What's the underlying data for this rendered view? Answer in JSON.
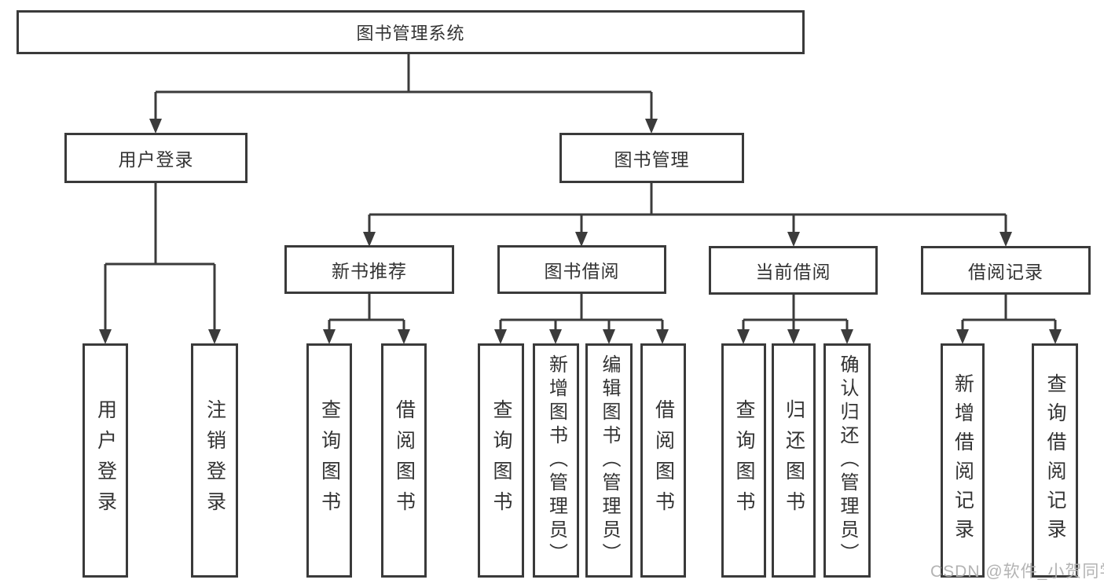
{
  "diagram": {
    "root": {
      "label": "图书管理系统"
    },
    "level2": [
      {
        "id": "user-login",
        "label": "用户登录"
      },
      {
        "id": "book-management",
        "label": "图书管理"
      }
    ],
    "level3": [
      {
        "id": "new-book-recommend",
        "label": "新书推荐"
      },
      {
        "id": "book-borrowing",
        "label": "图书借阅"
      },
      {
        "id": "current-borrowing",
        "label": "当前借阅"
      },
      {
        "id": "borrowing-records",
        "label": "借阅记录"
      }
    ],
    "leaves": [
      {
        "id": "user-login-leaf",
        "label": "用户登录"
      },
      {
        "id": "logout",
        "label": "注销登录"
      },
      {
        "id": "recommend-query-books",
        "label": "查询图书"
      },
      {
        "id": "recommend-borrow-books",
        "label": "借阅图书"
      },
      {
        "id": "borrowing-query-books",
        "label": "查询图书"
      },
      {
        "id": "borrowing-add-books-admin",
        "label": "新增图书（管理员）"
      },
      {
        "id": "borrowing-edit-books-admin",
        "label": "编辑图书（管理员）"
      },
      {
        "id": "borrowing-borrow-books",
        "label": "借阅图书"
      },
      {
        "id": "current-query-books",
        "label": "查询图书"
      },
      {
        "id": "current-return-books",
        "label": "归还图书"
      },
      {
        "id": "current-confirm-return-admin",
        "label": "确认归还（管理员）"
      },
      {
        "id": "records-add-record",
        "label": "新增借阅记录"
      },
      {
        "id": "records-query-record",
        "label": "查询借阅记录"
      }
    ]
  },
  "watermark": {
    "text": "CSDN @软件_小贺同学"
  },
  "colors": {
    "line": "#3b3b3b",
    "box_border": "#3a3a3a",
    "text": "#333333",
    "watermark": "#afafaf",
    "background": "#ffffff"
  }
}
